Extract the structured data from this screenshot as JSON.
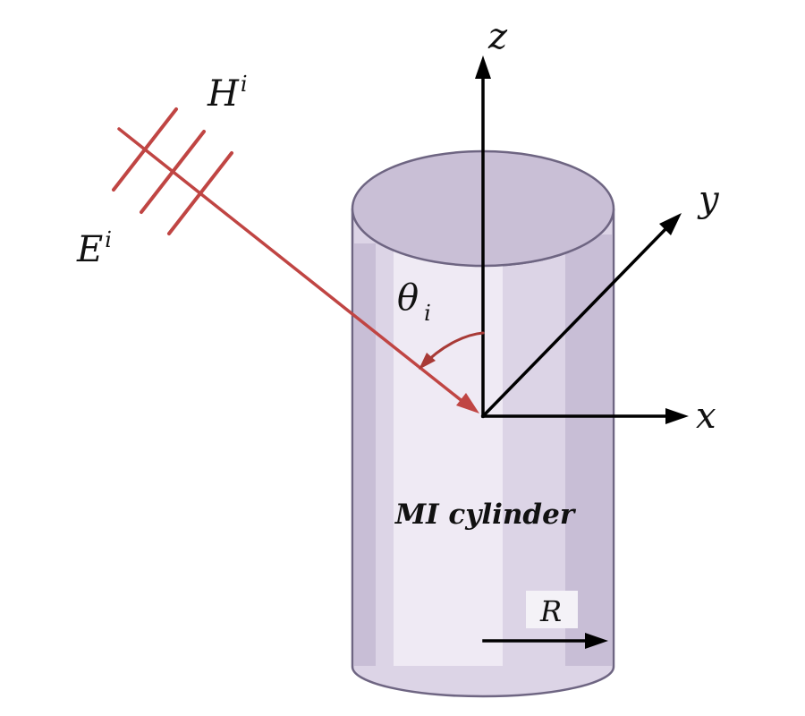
{
  "colors": {
    "background": "#ffffff",
    "axis": "#000000",
    "ray": "#c04543",
    "arc": "#a83a36",
    "cylinder_body": "#dcd4e6",
    "cylinder_top": "#c9bfd6",
    "cylinder_outline": "#6e6582",
    "cylinder_highlight": "#f5f1f8",
    "cylinder_shade": "#ab9dbd",
    "label_box": "#f4f2f7"
  },
  "labels": {
    "z": "z",
    "y": "y",
    "x": "x",
    "H": "H",
    "H_sup": "i",
    "E": "E",
    "E_sup": "i",
    "theta": "θ",
    "theta_sub": "i",
    "cylinder": "MI cylinder",
    "radius": "R"
  }
}
